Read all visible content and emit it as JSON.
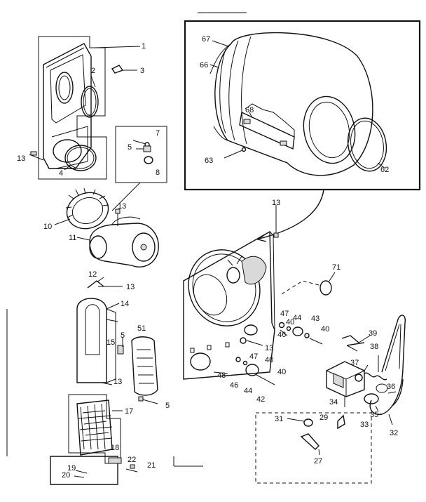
{
  "labels": {
    "l1": "1",
    "l2": "2",
    "l3": "3",
    "l4": "4",
    "l5a": "5",
    "l5b": "5",
    "l5c": "5",
    "l7": "7",
    "l8": "8",
    "l10": "10",
    "l11": "11",
    "l12": "12",
    "l13a": "13",
    "l13b": "13",
    "l13c": "13",
    "l13d": "13",
    "l13e": "13",
    "l13f": "13",
    "l14": "14",
    "l15": "15",
    "l17": "17",
    "l18": "18",
    "l19": "19",
    "l20": "20",
    "l21": "21",
    "l22": "22",
    "l27": "27",
    "l29": "29",
    "l31": "31",
    "l32": "32",
    "l33": "33",
    "l34": "34",
    "l35": "35",
    "l36": "36",
    "l37": "37",
    "l38": "38",
    "l39": "39",
    "l40a": "40",
    "l40b": "40",
    "l40c": "40",
    "l40d": "40",
    "l42": "42",
    "l43": "43",
    "l44a": "44",
    "l44b": "44",
    "l46a": "46",
    "l46b": "46",
    "l47a": "47",
    "l47b": "47",
    "l48": "48",
    "l51": "51",
    "l62": "62",
    "l63": "63",
    "l66": "66",
    "l67": "67",
    "l68": "68",
    "l71": "71"
  }
}
